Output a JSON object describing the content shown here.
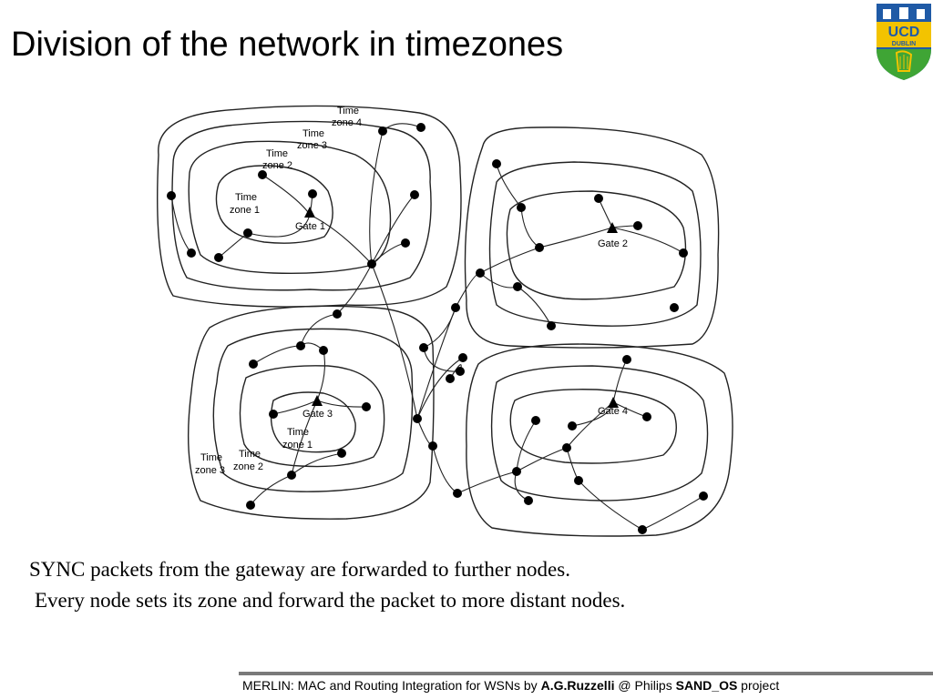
{
  "title": "Division of the network in timezones",
  "logo": {
    "line1": "UCD",
    "line2": "DUBLIN"
  },
  "diagram": {
    "zone_labels": [
      {
        "l1": "Time",
        "l2": "zone 4"
      },
      {
        "l1": "Time",
        "l2": "zone 3"
      },
      {
        "l1": "Time",
        "l2": "zone 2"
      },
      {
        "l1": "Time",
        "l2": "zone 1"
      },
      {
        "l1": "Time",
        "l2": "zone 1"
      },
      {
        "l1": "Time",
        "l2": "zone 2"
      },
      {
        "l1": "Time",
        "l2": "zone 3"
      }
    ],
    "gates": [
      "Gate 1",
      "Gate 2",
      "Gate 3",
      "Gate 4"
    ]
  },
  "caption": {
    "line1": "SYNC packets from the gateway are forwarded to further nodes.",
    "line2": "Every node sets its zone and forward the packet to more distant nodes."
  },
  "footer": {
    "prefix": "MERLIN: MAC and Routing Integration for WSNs by ",
    "author": "A.G.Ruzzelli",
    "mid": " @ Philips ",
    "project": "SAND_OS",
    "suffix": " project"
  }
}
